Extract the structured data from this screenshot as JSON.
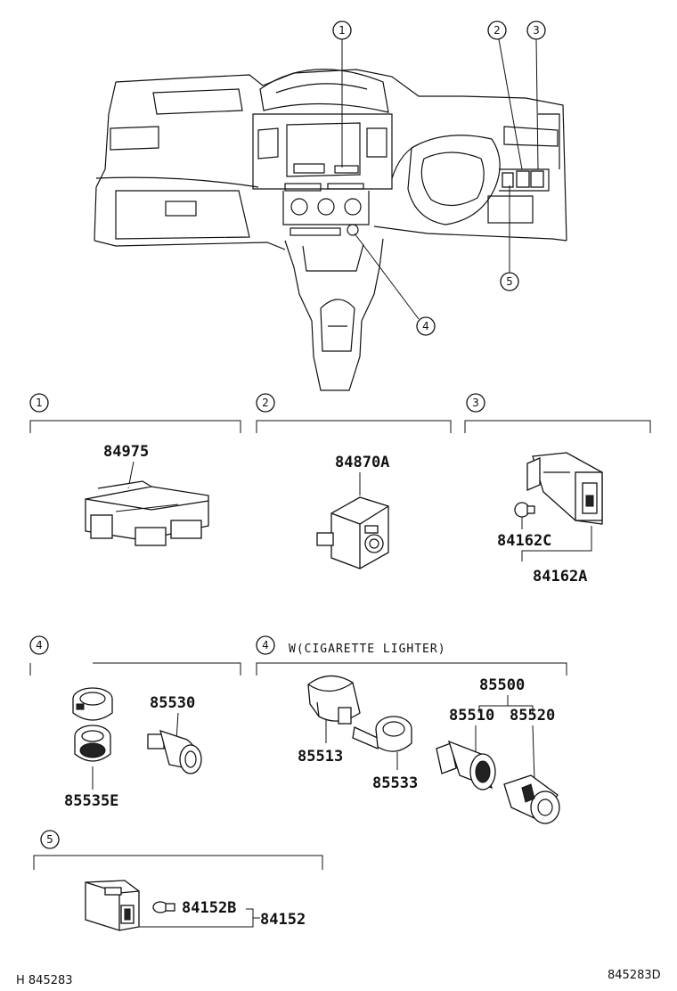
{
  "callouts": [
    "1",
    "2",
    "3",
    "4",
    "5"
  ],
  "sections": {
    "s1": {
      "callout": "1",
      "parts": [
        "84975"
      ]
    },
    "s2": {
      "callout": "2",
      "parts": [
        "84870A"
      ]
    },
    "s3": {
      "callout": "3",
      "parts": [
        "84162C",
        "84162A"
      ]
    },
    "s4a": {
      "callout": "4",
      "parts": [
        "85530",
        "85535E"
      ]
    },
    "s4b": {
      "callout": "4",
      "caption": "W(CIGARETTE LIGHTER)",
      "parts": [
        "85500",
        "85510",
        "85520",
        "85513",
        "85533"
      ]
    },
    "s5": {
      "callout": "5",
      "parts": [
        "84152B",
        "84152"
      ]
    }
  },
  "footer": {
    "left": "H 845283",
    "right": "845283D"
  }
}
